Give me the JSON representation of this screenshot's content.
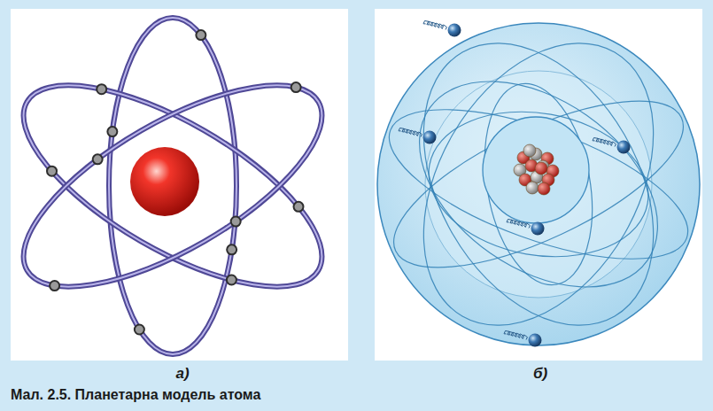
{
  "diagram": {
    "caption": "Мал. 2.5. Планетарна модель атома",
    "labels": [
      "а)",
      "б)"
    ]
  }
}
